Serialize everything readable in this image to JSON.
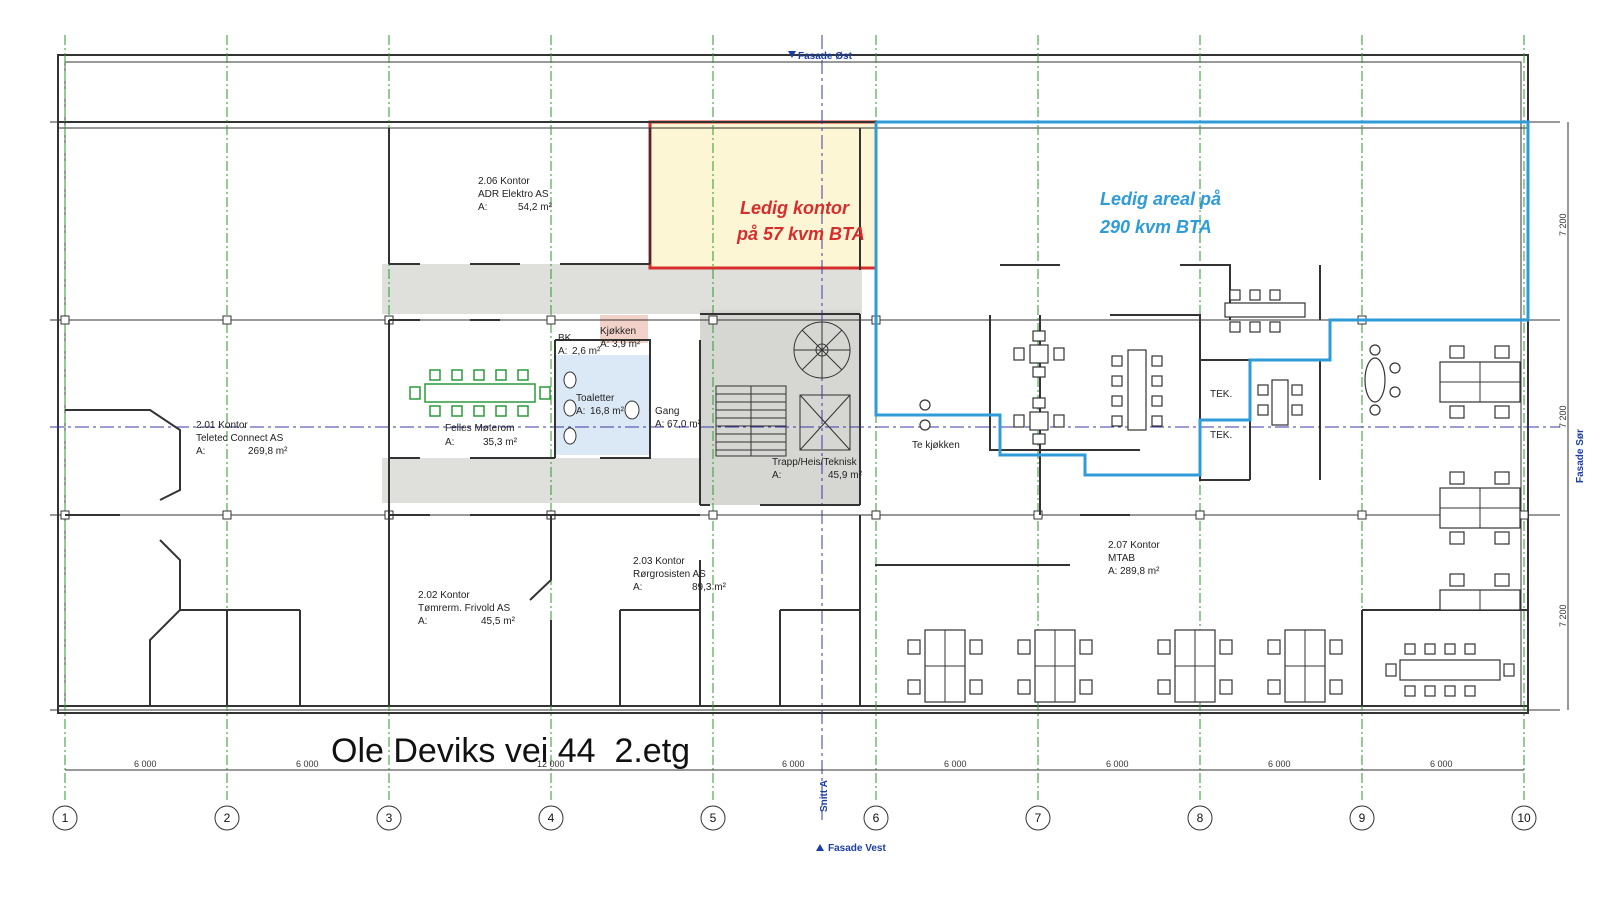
{
  "title": "Ole Deviks vei 44  2.etg",
  "highlights": {
    "red": {
      "line1": "Ledig kontor",
      "line2": "på 57 kvm BTA",
      "color": "#d62d2d",
      "fill": "#fdf6d4"
    },
    "blue": {
      "line1": "Ledig areal på",
      "line2": "290 kvm BTA",
      "color": "#2f9bd8"
    }
  },
  "rooms": {
    "r206": {
      "name": "2.06 Kontor",
      "tenant": "ADR Elektro AS",
      "area_label": "A:",
      "area": "54,2 m²"
    },
    "r201": {
      "name": "2.01 Kontor",
      "tenant": "Teletec Connect AS",
      "area_label": "A:",
      "area": "269,8 m²"
    },
    "motor": {
      "name": "Felles Møterom",
      "area_label": "A:",
      "area": "35,3 m²"
    },
    "bk": {
      "name": "BK",
      "area_label": "A:",
      "area": "2,6 m²"
    },
    "kjokken": {
      "name": "Kjøkken",
      "area_label": "A:",
      "area": "3,9 m²"
    },
    "toaletter": {
      "name": "Toaletter",
      "area_label": "A:",
      "area": "16,8 m²"
    },
    "gang": {
      "name": "Gang",
      "area_label": "A:",
      "area": "67,0 m²"
    },
    "trapp": {
      "name": "Trapp/Heis/Teknisk",
      "area_label": "A:",
      "area": "45,9 m²"
    },
    "r202": {
      "name": "2.02 Kontor",
      "tenant": "Tømrerm. Frivold AS",
      "area_label": "A:",
      "area": "45,5 m²"
    },
    "r203": {
      "name": "2.03 Kontor",
      "tenant": "Rørgrosisten AS",
      "area_label": "A:",
      "area": "89,3 m²"
    },
    "r207": {
      "name": "2.07 Kontor",
      "tenant": "MTAB",
      "area_label": "A:",
      "area": "289,8 m²"
    },
    "te_kjokken": {
      "name": "Te kjøkken"
    },
    "tek1": {
      "name": "TEK."
    },
    "tek2": {
      "name": "TEK."
    }
  },
  "facades": {
    "north": "Fasade Øst",
    "south": "Fasade Vest",
    "east": "Fasade Sør",
    "snitt": "Snitt A"
  },
  "dimensions": {
    "horizontal": [
      "6 000",
      "6 000",
      "12 000",
      "6 000",
      "6 000",
      "6 000",
      "6 000",
      "6 000"
    ],
    "vertical": [
      "7 200",
      "7 200",
      "7 200"
    ]
  },
  "grid_axes": [
    "1",
    "2",
    "3",
    "4",
    "5",
    "6",
    "7",
    "8",
    "9",
    "10"
  ]
}
